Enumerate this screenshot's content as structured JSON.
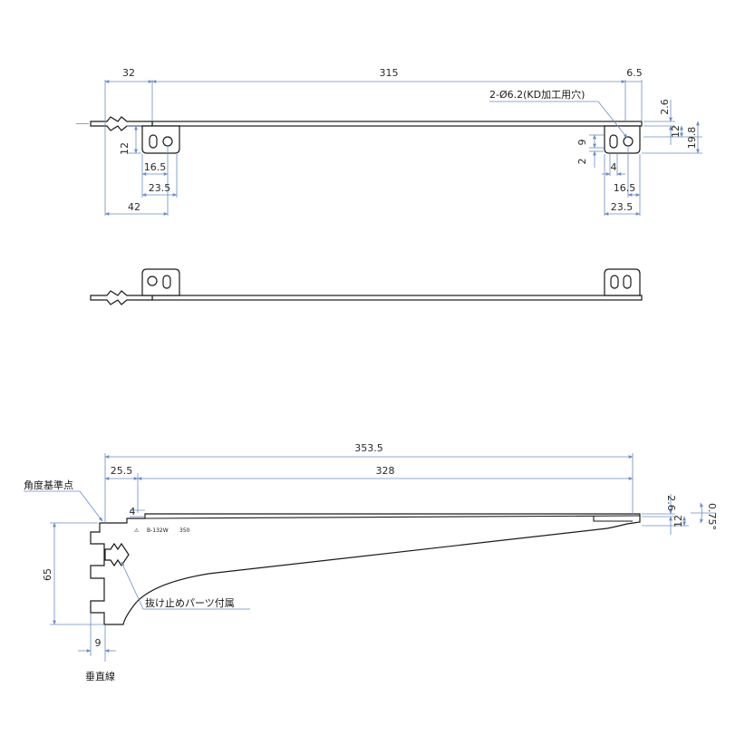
{
  "colors": {
    "dimension": "#6b8cc7",
    "outline": "#1a1a1a",
    "background": "#ffffff"
  },
  "top_view": {
    "dims": {
      "d32": "32",
      "d315": "315",
      "d6_5": "6.5",
      "d2_6": "2.6",
      "d12": "12",
      "d19_8": "19.8",
      "d12_left": "12",
      "d16_5_left": "16.5",
      "d23_5_left": "23.5",
      "d42": "42",
      "d9": "9",
      "d2": "2",
      "d4": "4",
      "d16_5_right": "16.5",
      "d23_5_right": "23.5"
    },
    "hole_callout": "2-Ø6.2(KD加工用穴)"
  },
  "side_view": {
    "dims": {
      "d353_5": "353.5",
      "d25_5": "25.5",
      "d328": "328",
      "d4": "4",
      "d2_6": "2.6",
      "d12": "12",
      "d0_75": "0.75°",
      "d65": "65",
      "d9": "9"
    },
    "notes": {
      "angle_ref": "角度基準点",
      "stopper": "抜け止めパーツ付属",
      "vertical": "垂直線"
    },
    "stamp": {
      "code": "B-132W",
      "size": "350"
    }
  }
}
